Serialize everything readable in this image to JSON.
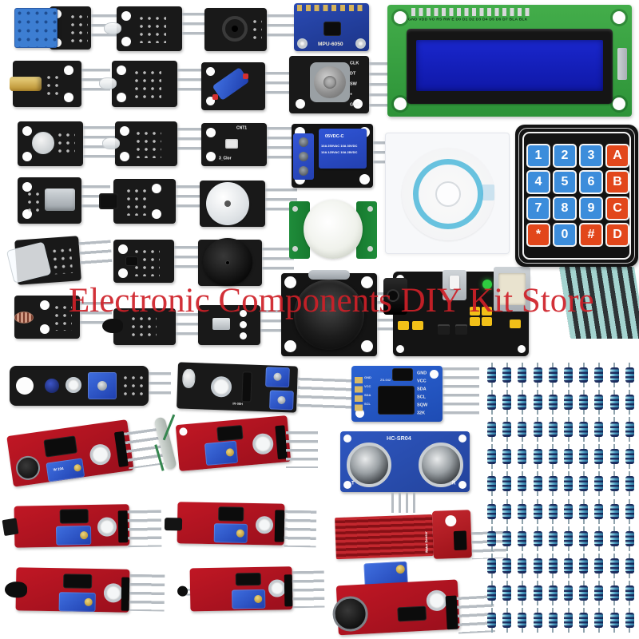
{
  "scene": {
    "type": "product-photo",
    "background": "#ffffff"
  },
  "watermark": {
    "text": "Electronic Components DIY Kit Store",
    "color": "#cf2028"
  },
  "lcd1602": {
    "pin_labels": "GND VDD VO RS RW E D0 D1 D2 D3 D4 D5 D6 D7 BLA BLK",
    "pcb_color": "#35a23c",
    "screen_color": "#141fb5"
  },
  "mpu6050": {
    "label": "MPU-6050",
    "pcb_color": "#24419e"
  },
  "rotary_encoder": {
    "pin_labels": [
      "CLK",
      "DT",
      "SW",
      "+",
      "GND"
    ]
  },
  "smd_rgb": {
    "label_top": "CNT1",
    "label_bottom": "3_Clor"
  },
  "relay": {
    "model": "05VDC-C",
    "rating1": "10A 250VAC 10A 30VDC",
    "rating2": "10A 125VAC 10A 28VDC"
  },
  "keypad": {
    "blue": "#3c8ddb",
    "red": "#e2471b",
    "keys": [
      {
        "label": "1",
        "style": "blue"
      },
      {
        "label": "2",
        "style": "blue"
      },
      {
        "label": "3",
        "style": "blue"
      },
      {
        "label": "A",
        "style": "red"
      },
      {
        "label": "4",
        "style": "blue"
      },
      {
        "label": "5",
        "style": "blue"
      },
      {
        "label": "6",
        "style": "blue"
      },
      {
        "label": "B",
        "style": "red"
      },
      {
        "label": "7",
        "style": "blue"
      },
      {
        "label": "8",
        "style": "blue"
      },
      {
        "label": "9",
        "style": "blue"
      },
      {
        "label": "C",
        "style": "red"
      },
      {
        "label": "*",
        "style": "red"
      },
      {
        "label": "0",
        "style": "blue"
      },
      {
        "label": "#",
        "style": "red"
      },
      {
        "label": "D",
        "style": "red"
      }
    ]
  },
  "rtc": {
    "code": "ZS-042",
    "pins_right": [
      "GND",
      "VCC",
      "SDA",
      "SCL",
      "SQW",
      "32K"
    ],
    "pins_left": [
      "GND",
      "VCC",
      "SDA",
      "SCL"
    ]
  },
  "ir_obstacle": {
    "label": "IR-08H"
  },
  "ultrasonic": {
    "label": "HC-SR04",
    "t": "T",
    "r": "R"
  },
  "water_sensor": {
    "label": "Water Sensor"
  },
  "mic_sensor": {
    "pot_label": "W 104"
  },
  "resistors": {
    "rows": 10,
    "cols": 10,
    "body_color": "#4e9fc4"
  }
}
